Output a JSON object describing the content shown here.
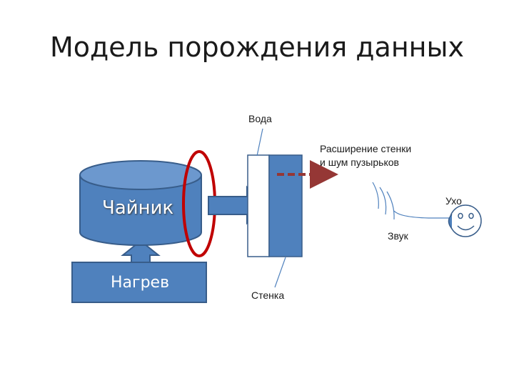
{
  "title": "Модель порождения данных",
  "labels": {
    "water": "Вода",
    "expansion_line1": "Расширение стенки",
    "expansion_line2": "и шум пузырьков",
    "ear": "Ухо",
    "kettle": "Чайник",
    "sound": "Звук",
    "heating": "Нагрев",
    "wall": "Стенка"
  },
  "colors": {
    "shape_fill": "#4f81bd",
    "shape_stroke": "#385d8a",
    "ring": "#c00000",
    "dashed_arrow": "#953735",
    "text": "#1a1a1a"
  }
}
